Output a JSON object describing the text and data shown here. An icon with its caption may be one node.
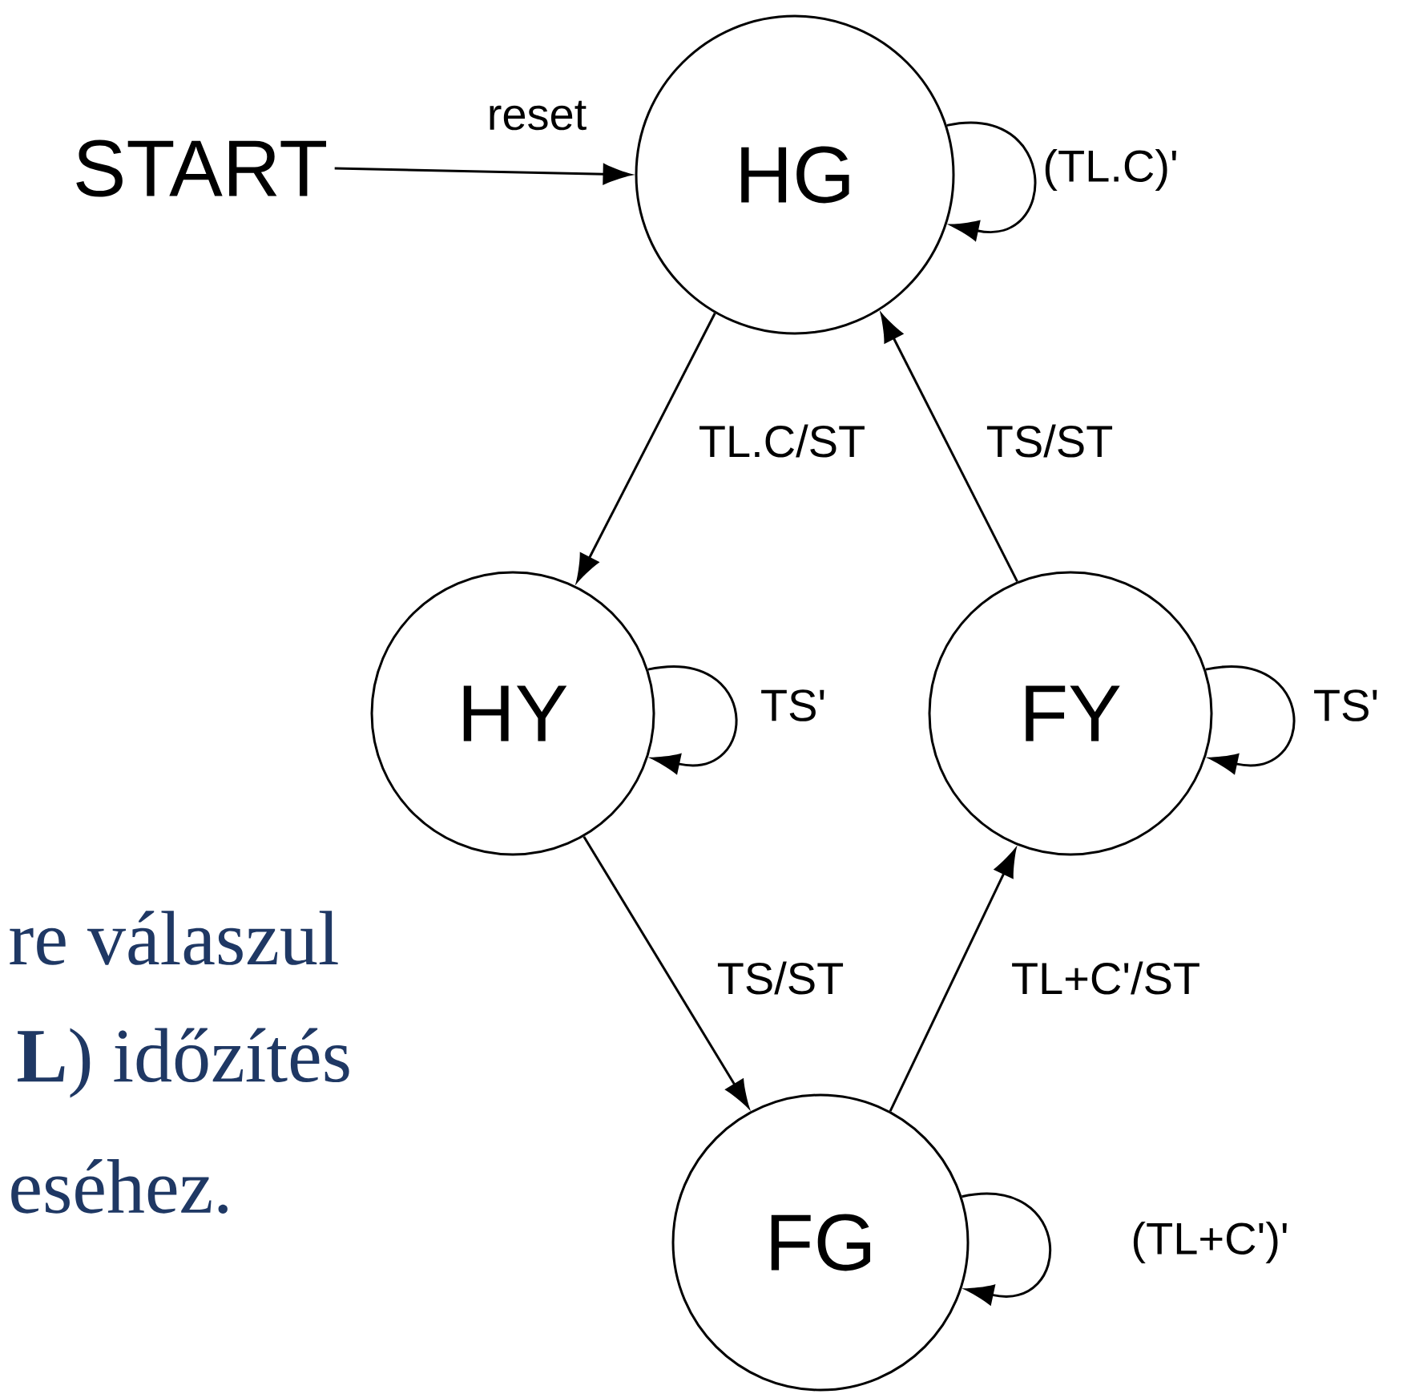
{
  "diagram": {
    "nodes": [
      {
        "text": [
          "START"
        ]
      },
      {
        "text": [
          "HG"
        ]
      },
      {
        "text": [
          "HY"
        ]
      },
      {
        "text": [
          "FY"
        ]
      },
      {
        "text": [
          "FG"
        ]
      }
    ],
    "edges": [
      {
        "from": 0,
        "to": 1,
        "arrow": "to",
        "label": "reset"
      },
      {
        "from": 1,
        "to": 1,
        "arrow": "to",
        "label": "(TL.C)'"
      },
      {
        "from": 1,
        "to": 2,
        "arrow": "to",
        "label": "TL.C/ST"
      },
      {
        "from": 3,
        "to": 1,
        "arrow": "to",
        "label": "TS/ST"
      },
      {
        "from": 2,
        "to": 2,
        "arrow": "to",
        "label": "TS'"
      },
      {
        "from": 3,
        "to": 3,
        "arrow": "to",
        "label": "TS'"
      },
      {
        "from": 2,
        "to": 4,
        "arrow": "to",
        "label": "TS/ST"
      },
      {
        "from": 4,
        "to": 3,
        "arrow": "to",
        "label": "TL+C'/ST"
      },
      {
        "from": 4,
        "to": 4,
        "arrow": "to",
        "label": "(TL+C')'"
      }
    ],
    "labels": [
      "re válaszul",
      "**L**) időzítés",
      "eséhez."
    ]
  }
}
